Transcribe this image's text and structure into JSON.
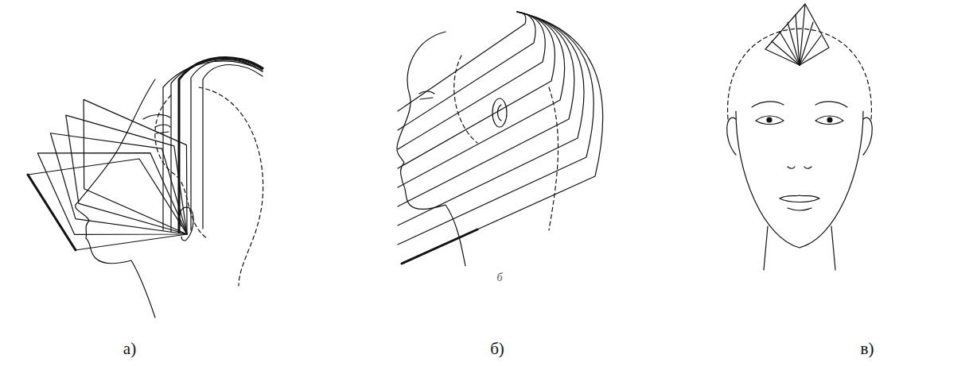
{
  "diagram": {
    "labels": [
      "а)",
      "б)",
      "в)",
      "б"
    ]
  }
}
